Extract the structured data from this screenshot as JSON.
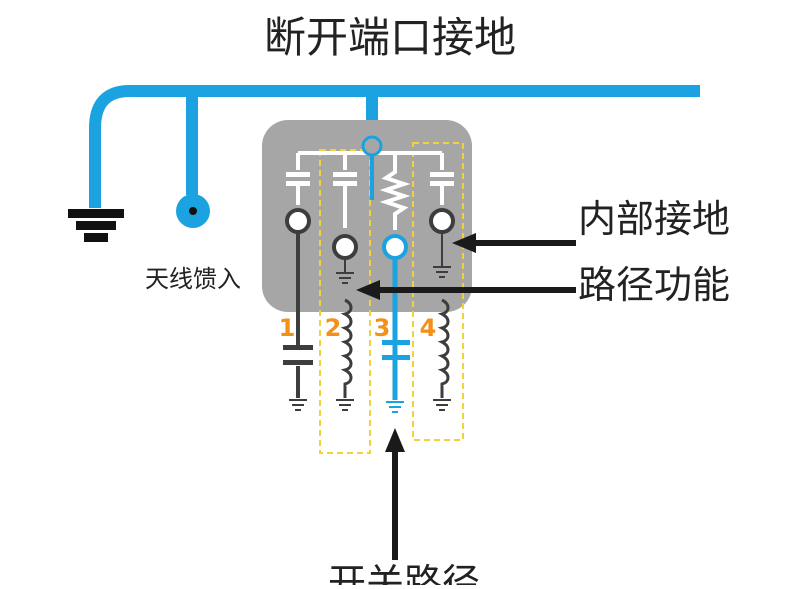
{
  "title": "断开端口接地",
  "labels": {
    "antenna_feed": "天线馈入",
    "internal_ground_line1": "内部接地",
    "internal_ground_line2": "路径功能",
    "switch_path": "开关路径"
  },
  "ports": [
    "1",
    "2",
    "3",
    "4"
  ],
  "colors": {
    "feed_line": "#1aa3e0",
    "switch_body": "#a6a6a6",
    "port_number": "#f39019",
    "dashed_box": "#f2d23a",
    "wire": "#3d3d3d",
    "label_text": "#222222"
  }
}
